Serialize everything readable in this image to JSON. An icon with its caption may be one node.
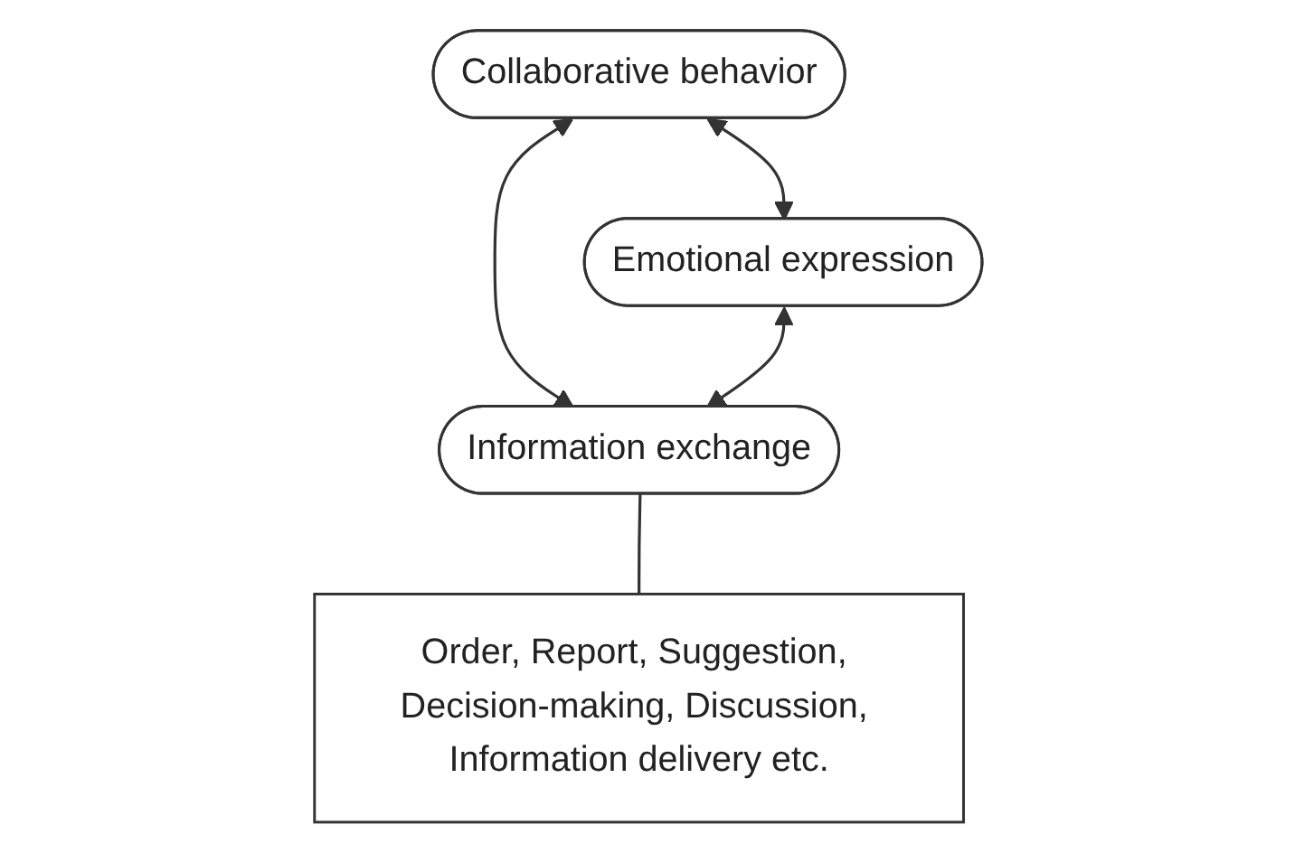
{
  "diagram": {
    "nodes": [
      {
        "text": [
          "Collaborative behavior"
        ]
      },
      {
        "text": [
          "Emotional expression"
        ]
      },
      {
        "text": [
          "Information exchange"
        ]
      },
      {
        "text": [
          "Order, Report, Suggestion, Decision-making, Discussion, Information delivery etc."
        ]
      }
    ],
    "edges": [
      {
        "from": 0,
        "to": 1,
        "arrow": "both"
      },
      {
        "from": 0,
        "to": 2,
        "arrow": "both"
      },
      {
        "from": 1,
        "to": 2,
        "arrow": "both"
      },
      {
        "from": 2,
        "to": 3,
        "arrow": "none"
      }
    ]
  }
}
